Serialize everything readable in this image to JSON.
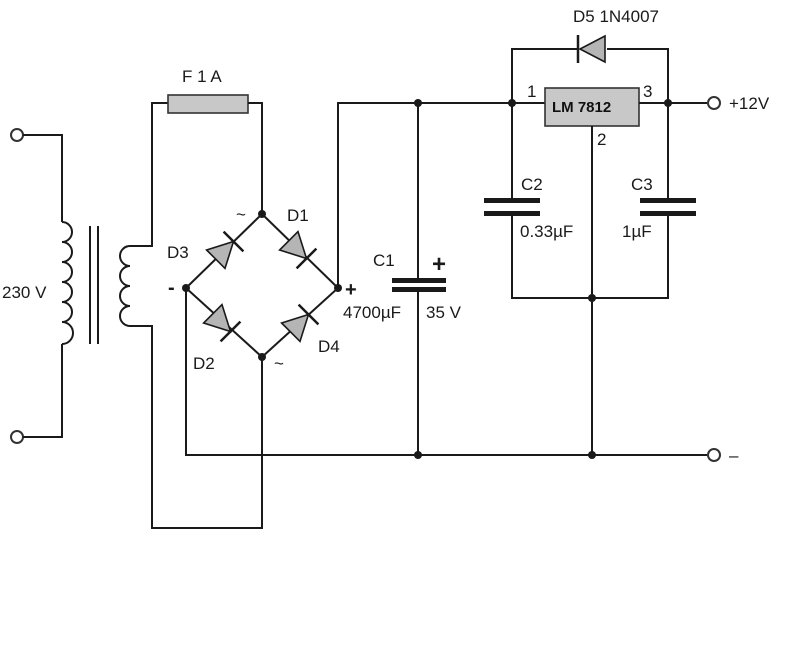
{
  "transformer": {
    "primary_label": "230 V"
  },
  "fuse": {
    "label": "F 1 A"
  },
  "bridge": {
    "d1_label": "D1",
    "d2_label": "D2",
    "d3_label": "D3",
    "d4_label": "D4",
    "ac_top": "~",
    "ac_bottom": "~",
    "plus": "+",
    "minus": "-"
  },
  "c1": {
    "name": "C1",
    "value": "4700µF",
    "voltage": "35 V",
    "polarity": "+"
  },
  "c2": {
    "name": "C2",
    "value": "0.33µF"
  },
  "c3": {
    "name": "C3",
    "value": "1µF"
  },
  "regulator": {
    "label": "LM 7812",
    "pin1": "1",
    "pin2": "2",
    "pin3": "3"
  },
  "d5": {
    "label": "D5 1N4007"
  },
  "output": {
    "positive": "+12V",
    "negative": "–"
  }
}
